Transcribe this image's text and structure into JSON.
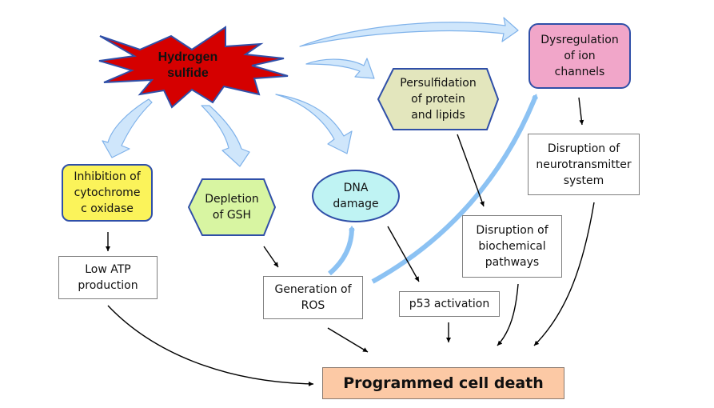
{
  "diagram": {
    "title": "Mechanisms of hydrogen sulfide toxicity leading to programmed cell death",
    "colors": {
      "source_fill": "#d50000",
      "source_outline": "#2f4fa8",
      "block_arrow_fill": "#cfe6fb",
      "block_arrow_outline": "#7fb2ea",
      "thick_arrow": "#8cc2f3",
      "cytochrome_fill": "#fbf35a",
      "gsh_fill": "#d8f5a2",
      "persulfidation_fill": "#e3e6bd",
      "dna_fill": "#bff3f3",
      "ion_fill": "#f1a6c9",
      "death_fill": "#fcc9a5"
    },
    "nodes": {
      "h2s": {
        "label": "Hydrogen\nsulfide",
        "shape": "starburst"
      },
      "cytochrome": {
        "label": "Inhibition of\ncytochrome\nc oxidase",
        "shape": "rounded-rect"
      },
      "gsh": {
        "label": "Depletion\nof GSH",
        "shape": "hexagon"
      },
      "dna": {
        "label": "DNA\ndamage",
        "shape": "ellipse"
      },
      "persulfidation": {
        "label": "Persulfidation\nof protein\nand lipids",
        "shape": "hexagon"
      },
      "ion": {
        "label": "Dysregulation\nof ion\nchannels",
        "shape": "rounded-rect"
      },
      "atp": {
        "label": "Low ATP\nproduction",
        "shape": "rect"
      },
      "ros": {
        "label": "Generation of\nROS",
        "shape": "rect"
      },
      "p53": {
        "label": "p53 activation",
        "shape": "rect"
      },
      "biochem": {
        "label": "Disruption of\nbiochemical\npathways",
        "shape": "rect"
      },
      "neuro": {
        "label": "Disruption of\nneurotransmitter\nsystem",
        "shape": "rect"
      },
      "death": {
        "label": "Programmed cell death",
        "shape": "rect"
      }
    },
    "edges": [
      {
        "from": "h2s",
        "to": "cytochrome",
        "style": "block-arrow"
      },
      {
        "from": "h2s",
        "to": "gsh",
        "style": "block-arrow"
      },
      {
        "from": "h2s",
        "to": "dna",
        "style": "block-arrow"
      },
      {
        "from": "h2s",
        "to": "persulfidation",
        "style": "block-arrow"
      },
      {
        "from": "h2s",
        "to": "ion",
        "style": "block-arrow"
      },
      {
        "from": "cytochrome",
        "to": "atp",
        "style": "thin"
      },
      {
        "from": "gsh",
        "to": "ros",
        "style": "thin"
      },
      {
        "from": "ros",
        "to": "dna",
        "style": "thick-blue"
      },
      {
        "from": "ros",
        "to": "ion",
        "style": "thick-blue"
      },
      {
        "from": "dna",
        "to": "p53",
        "style": "thin"
      },
      {
        "from": "persulfidation",
        "to": "biochem",
        "style": "thin"
      },
      {
        "from": "ion",
        "to": "neuro",
        "style": "thin"
      },
      {
        "from": "atp",
        "to": "death",
        "style": "thin-curve"
      },
      {
        "from": "ros",
        "to": "death",
        "style": "thin"
      },
      {
        "from": "p53",
        "to": "death",
        "style": "thin"
      },
      {
        "from": "biochem",
        "to": "death",
        "style": "thin-curve"
      },
      {
        "from": "neuro",
        "to": "death",
        "style": "thin-curve"
      }
    ]
  }
}
